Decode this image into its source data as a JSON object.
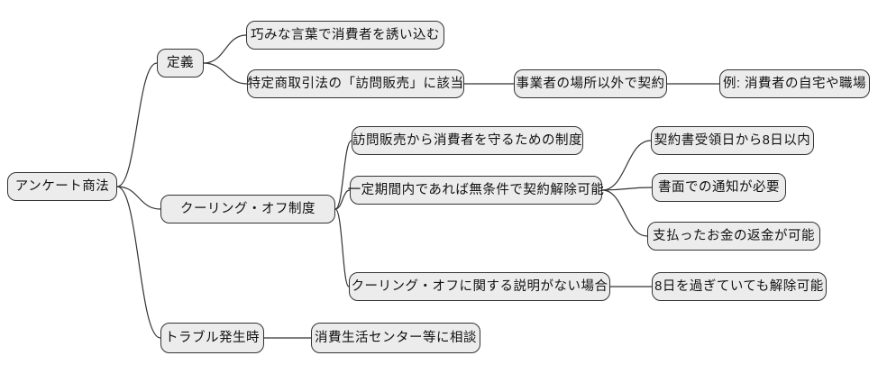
{
  "diagram": {
    "type": "mindmap",
    "colors": {
      "background": "#ffffff",
      "node_fill": "#ececec",
      "node_border": "#333333",
      "edge": "#333333",
      "text": "#111111"
    },
    "root": {
      "label": "アンケート商法",
      "children": [
        {
          "label": "定義",
          "children": [
            {
              "label": "巧みな言葉で消費者を誘い込む"
            },
            {
              "label": "特定商取引法の「訪問販売」に該当",
              "children": [
                {
                  "label": "事業者の場所以外で契約",
                  "children": [
                    {
                      "label": "例: 消費者の自宅や職場"
                    }
                  ]
                }
              ]
            }
          ]
        },
        {
          "label": "クーリング・オフ制度",
          "children": [
            {
              "label": "訪問販売から消費者を守るための制度"
            },
            {
              "label": "一定期間内であれば無条件で契約解除可能",
              "children": [
                {
                  "label": "契約書受領日から8日以内"
                },
                {
                  "label": "書面での通知が必要"
                },
                {
                  "label": "支払ったお金の返金が可能"
                }
              ]
            },
            {
              "label": "クーリング・オフに関する説明がない場合",
              "children": [
                {
                  "label": "8日を過ぎていても解除可能"
                }
              ]
            }
          ]
        },
        {
          "label": "トラブル発生時",
          "children": [
            {
              "label": "消費生活センター等に相談"
            }
          ]
        }
      ]
    }
  }
}
